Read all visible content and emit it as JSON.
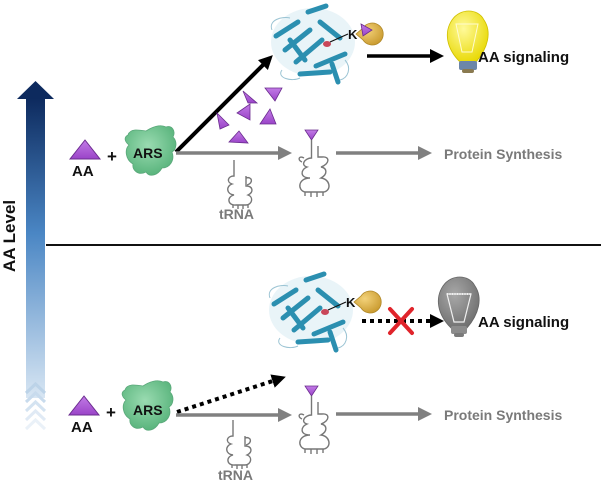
{
  "axis": {
    "label": "AA Level",
    "direction": "up",
    "colors": {
      "top": "#0d2a5e",
      "mid": "#4a86c4",
      "bottom": "#d8e6f3"
    }
  },
  "panels": [
    {
      "id": "high",
      "condition": "high amino acid level",
      "reactant_label": "AA",
      "plus": "+",
      "enzyme_label": "ARS",
      "trna_label": "tRNA",
      "kinase_label": "K",
      "signaling_label": "AA signaling",
      "signaling_active": true,
      "signaling_arrow": "solid",
      "protein_synthesis_label": "Protein Synthesis",
      "free_aa_count": 6
    },
    {
      "id": "low",
      "condition": "low amino acid level",
      "reactant_label": "AA",
      "plus": "+",
      "enzyme_label": "ARS",
      "trna_label": "tRNA",
      "kinase_label": "K",
      "signaling_label": "AA signaling",
      "signaling_active": false,
      "signaling_arrow": "dotted-blocked",
      "protein_synthesis_label": "Protein Synthesis",
      "free_aa_count": 0
    }
  ],
  "colors": {
    "aa_triangle": "#a755d6",
    "aa_triangle_edge": "#6b2c8f",
    "ars": "#6cc48f",
    "protein": "#2b8fb0",
    "kinase": "#e2b945",
    "bulb_on": "#f4e81c",
    "bulb_off": "#8a8a8a",
    "block_x": "#e0242b",
    "gray_arrow": "#808080",
    "black_arrow": "#000000"
  }
}
